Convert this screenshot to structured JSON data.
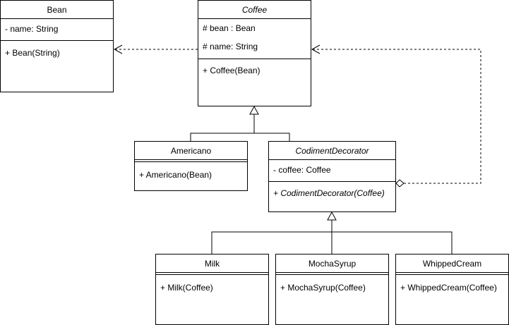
{
  "classes": {
    "bean": {
      "name": "Bean",
      "attributes": [
        "- name: String"
      ],
      "operations": [
        "+ Bean(String)"
      ]
    },
    "coffee": {
      "name": "Coffee",
      "attributes": [
        "# bean : Bean",
        "# name: String"
      ],
      "operations": [
        "+ Coffee(Bean)"
      ]
    },
    "americano": {
      "name": "Americano",
      "attributes": [],
      "operations": [
        "+ Americano(Bean)"
      ]
    },
    "decorator": {
      "name": "CodimentDecorator",
      "attributes": [
        "- coffee: Coffee"
      ],
      "operations": [
        "+ CodimentDecorator(Coffee)"
      ]
    },
    "milk": {
      "name": "Milk",
      "attributes": [],
      "operations": [
        "+ Milk(Coffee)"
      ]
    },
    "mocha": {
      "name": "MochaSyrup",
      "attributes": [],
      "operations": [
        "+ MochaSyrup(Coffee)"
      ]
    },
    "whipped": {
      "name": "WhippedCream",
      "attributes": [],
      "operations": [
        "+ WhippedCream(Coffee)"
      ]
    }
  },
  "relations": [
    {
      "from": "coffee",
      "to": "bean",
      "type": "dependency"
    },
    {
      "from": "americano",
      "to": "coffee",
      "type": "generalization"
    },
    {
      "from": "decorator",
      "to": "coffee",
      "type": "generalization"
    },
    {
      "from": "decorator",
      "to": "coffee",
      "type": "aggregation-dependency"
    },
    {
      "from": "milk",
      "to": "decorator",
      "type": "generalization"
    },
    {
      "from": "mocha",
      "to": "decorator",
      "type": "generalization"
    },
    {
      "from": "whipped",
      "to": "decorator",
      "type": "generalization"
    }
  ],
  "colors": {
    "line": "#000000",
    "background": "#ffffff"
  }
}
